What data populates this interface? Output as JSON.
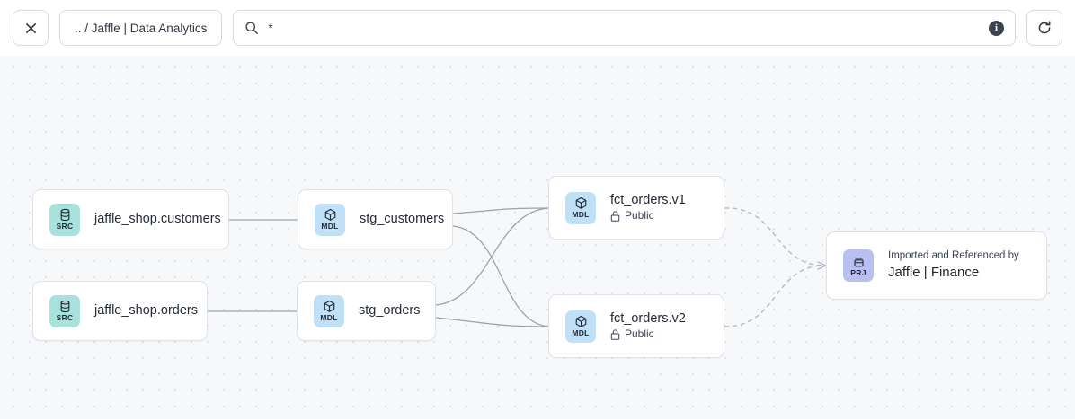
{
  "toolbar": {
    "close_label": "✕",
    "breadcrumb": ".. / Jaffle | Data Analytics",
    "search": {
      "value": "*",
      "icon": "search-icon",
      "info_glyph": "i"
    },
    "refresh_icon": "refresh-icon"
  },
  "graph": {
    "nodes": [
      {
        "id": "src-customers",
        "kind": "SRC",
        "icon": "database-icon",
        "title": "jaffle_shop.customers",
        "badge_color": "#a8e2dc"
      },
      {
        "id": "src-orders",
        "kind": "SRC",
        "icon": "database-icon",
        "title": "jaffle_shop.orders",
        "badge_color": "#a8e2dc"
      },
      {
        "id": "stg-customers",
        "kind": "MDL",
        "icon": "cube-icon",
        "title": "stg_customers",
        "badge_color": "#bfe0f7"
      },
      {
        "id": "stg-orders",
        "kind": "MDL",
        "icon": "cube-icon",
        "title": "stg_orders",
        "badge_color": "#bfe0f7"
      },
      {
        "id": "fct-orders-v1",
        "kind": "MDL",
        "icon": "cube-icon",
        "title": "fct_orders.v1",
        "subtitle": "Public",
        "subtitle_icon": "unlock-icon",
        "badge_color": "#bfe0f7"
      },
      {
        "id": "fct-orders-v2",
        "kind": "MDL",
        "icon": "cube-icon",
        "title": "fct_orders.v2",
        "subtitle": "Public",
        "subtitle_icon": "unlock-icon",
        "badge_color": "#bfe0f7"
      },
      {
        "id": "project",
        "kind": "PRJ",
        "icon": "project-icon",
        "kicker": "Imported and Referenced by",
        "title": "Jaffle | Finance",
        "badge_color": "#b9bff0"
      }
    ],
    "edges": [
      {
        "from": "src-customers",
        "to": "stg-customers",
        "style": "solid"
      },
      {
        "from": "src-orders",
        "to": "stg-orders",
        "style": "solid"
      },
      {
        "from": "stg-customers",
        "to": "fct-orders-v1",
        "style": "solid"
      },
      {
        "from": "stg-customers",
        "to": "fct-orders-v2",
        "style": "solid"
      },
      {
        "from": "stg-orders",
        "to": "fct-orders-v1",
        "style": "solid"
      },
      {
        "from": "stg-orders",
        "to": "fct-orders-v2",
        "style": "solid"
      },
      {
        "from": "fct-orders-v1",
        "to": "project",
        "style": "dashed"
      },
      {
        "from": "fct-orders-v2",
        "to": "project",
        "style": "dashed"
      }
    ],
    "colors": {
      "canvas_bg": "#f7f8fa",
      "grid_dot": "#dcdfe6",
      "node_border": "#dfe2e9",
      "edge_solid": "#9aa1af",
      "edge_dashed": "#b4b9c4"
    }
  }
}
